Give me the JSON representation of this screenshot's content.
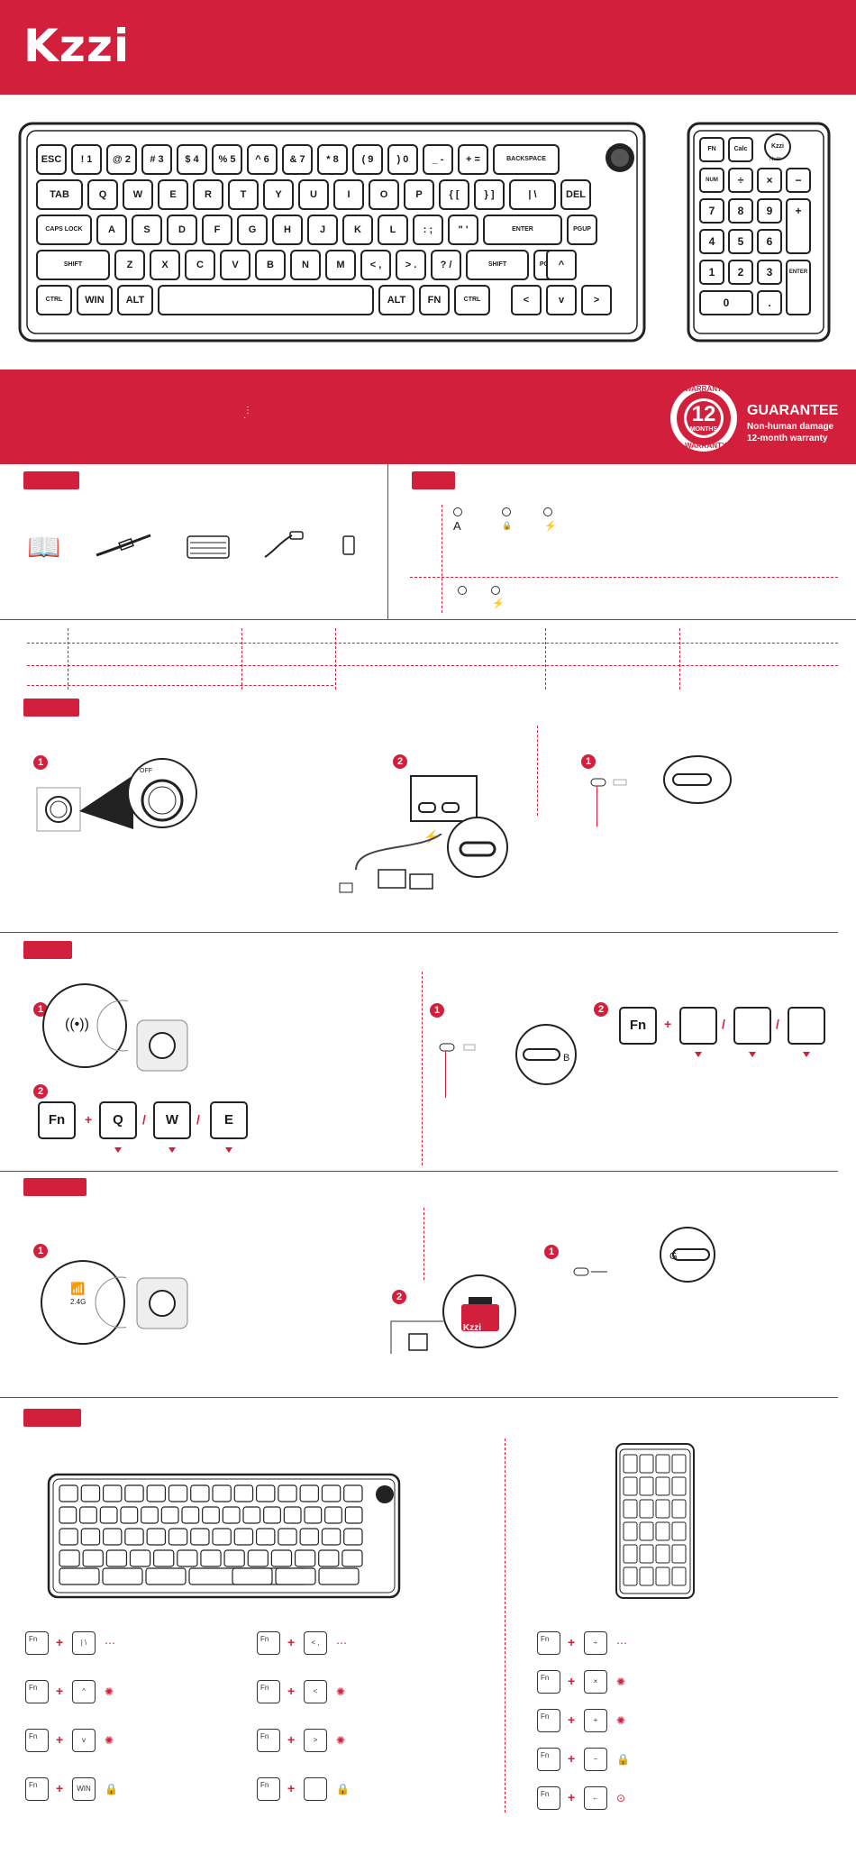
{
  "brand": {
    "logo": "Kzzi",
    "color": "#d21f3c"
  },
  "keyboard_top": {
    "row1": [
      "ESC",
      "! 1",
      "@ 2",
      "# 3",
      "$ 4",
      "% 5",
      "^ 6",
      "& 7",
      "* 8",
      "( 9",
      ") 0",
      "_ -",
      "+ =",
      "BACKSPACE"
    ],
    "row2": [
      "TAB",
      "Q",
      "W",
      "E",
      "R",
      "T",
      "Y",
      "U",
      "I",
      "O",
      "P",
      "{ [",
      "} ]",
      "| \\",
      "DEL"
    ],
    "row3": [
      "CAPS LOCK",
      "A",
      "S",
      "D",
      "F",
      "G",
      "H",
      "J",
      "K",
      "L",
      ": ;",
      "\" '",
      "ENTER",
      "PGUP"
    ],
    "row4": [
      "SHIFT",
      "Z",
      "X",
      "C",
      "V",
      "B",
      "N",
      "M",
      "< ,",
      "> .",
      "? /",
      "SHIFT",
      "PGDN"
    ],
    "row5": [
      "CTRL",
      "WIN",
      "ALT",
      "",
      "ALT",
      "FN",
      "CTRL"
    ],
    "arrows": [
      "<",
      "v",
      ">",
      "^"
    ]
  },
  "numpad": {
    "top": [
      "FN",
      "Calc",
      "Kzzi"
    ],
    "indicators": "Num",
    "keys": [
      "NUM",
      "÷",
      "×",
      "−",
      "7",
      "8",
      "9",
      "+",
      "4",
      "5",
      "6",
      "1",
      "2",
      "3",
      "ENTER",
      "0",
      "."
    ]
  },
  "guarantee": {
    "badge_top": "WARRANTY",
    "number": "12",
    "months": "MONTHS",
    "badge_bottom": "WARRANTY",
    "title": "GUARANTEE",
    "line1": "Non-human damage",
    "line2": "12-month warranty"
  },
  "section_step_numbers": [
    "1",
    "2",
    "1",
    "1",
    "2",
    "1",
    "2",
    "1",
    "2",
    "1"
  ],
  "combo_keys": {
    "fn": "Fn",
    "bt": [
      "Q",
      "W",
      "E"
    ],
    "plus": "+",
    "slash": "/"
  },
  "dongle": {
    "brand": "Kzzi"
  },
  "dial": {
    "off": "OFF",
    "mode": "2.4G"
  },
  "switch": {
    "bt": "B",
    "g": "G"
  },
  "shortcuts_left": [
    {
      "fn": "Fn",
      "key": "| \\"
    },
    {
      "fn": "Fn",
      "key": "^"
    },
    {
      "fn": "Fn",
      "key": "v"
    },
    {
      "fn": "Fn",
      "key": "WIN"
    }
  ],
  "shortcuts_mid": [
    {
      "fn": "Fn",
      "key": "< ,"
    },
    {
      "fn": "Fn",
      "key": "<"
    },
    {
      "fn": "Fn",
      "key": ">"
    },
    {
      "fn": "Fn",
      "key": ""
    }
  ],
  "shortcuts_right": [
    {
      "fn": "Fn",
      "key": "÷"
    },
    {
      "fn": "Fn",
      "key": "×"
    },
    {
      "fn": "Fn",
      "key": "+"
    },
    {
      "fn": "Fn",
      "key": "−"
    },
    {
      "fn": "Fn",
      "key": "←"
    }
  ]
}
